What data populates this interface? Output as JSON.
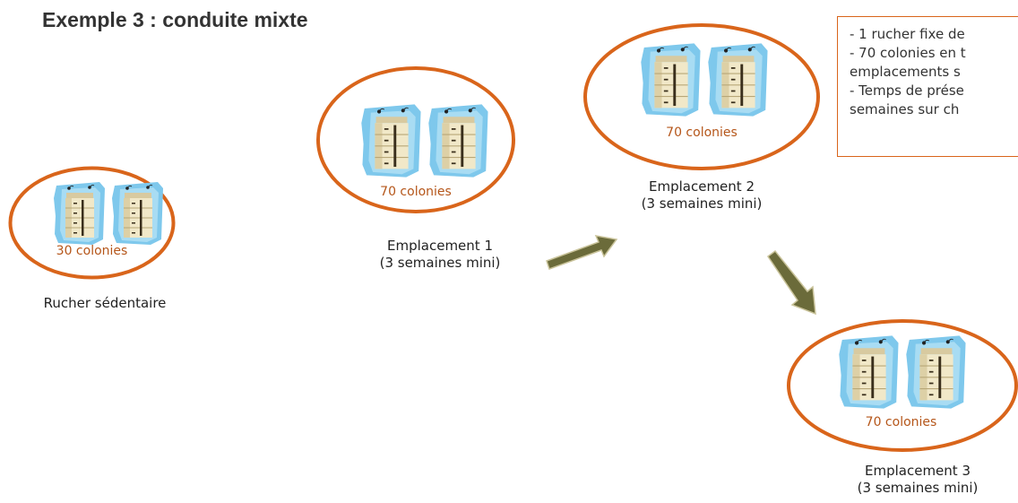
{
  "title": "Exemple 3 : conduite mixte",
  "notes": [
    "- 1 rucher fixe de",
    "- 70 colonies en t",
    "  emplacements s",
    "- Temps de prése",
    "  semaines sur ch"
  ],
  "apiaries": [
    {
      "colonies": "30 colonies",
      "caption_line1": "Rucher sédentaire",
      "caption_line2": ""
    },
    {
      "colonies": "70 colonies",
      "caption_line1": "Emplacement 1",
      "caption_line2": "(3 semaines mini)"
    },
    {
      "colonies": "70 colonies",
      "caption_line1": "Emplacement 2",
      "caption_line2": "(3 semaines mini)"
    },
    {
      "colonies": "70 colonies",
      "caption_line1": "Emplacement 3",
      "caption_line2": "(3 semaines mini)"
    }
  ],
  "colors": {
    "ellipse_stroke": "#d9651b",
    "colonies_text": "#b5561a",
    "note_border": "#d9651b",
    "arrow_fill": "#6b6b3a",
    "hive_backdrop": "#7ec8ec",
    "hive_body": "#f1e8c8"
  },
  "icons": [
    "beehive-icon",
    "arrow-right-icon",
    "arrow-down-icon"
  ]
}
